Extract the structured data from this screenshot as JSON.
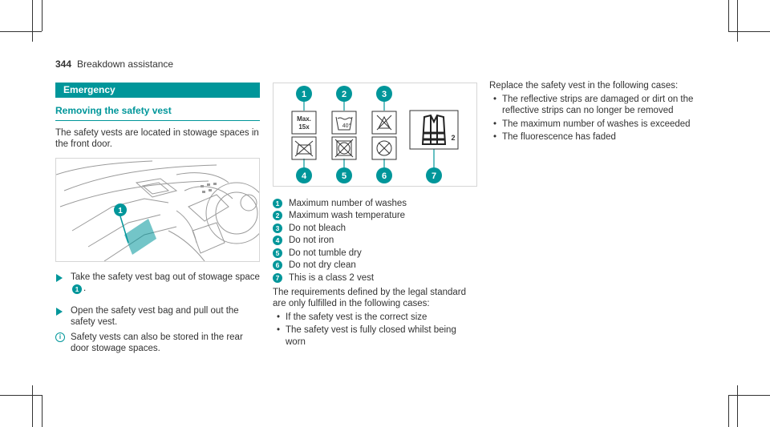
{
  "header": {
    "page_number": "344",
    "title": "Breakdown assistance"
  },
  "col1": {
    "banner": "Emergency",
    "subheading": "Removing the safety vest",
    "intro": "The safety vests are located in stowage spaces in the front door.",
    "figure_callout": "1",
    "step1_text": "Take the safety vest bag out of stowage space",
    "step1_callout": "1",
    "step1_end": ".",
    "step2": "Open the safety vest bag and pull out the safety vest.",
    "note": "Safety vests can also be stored in the rear door stowage spaces."
  },
  "col2": {
    "figure": {
      "callouts": [
        "1",
        "2",
        "3",
        "4",
        "5",
        "6",
        "7"
      ],
      "max_label": "Max.",
      "max_count": "15x",
      "temp": "40°",
      "class_label": "2"
    },
    "legend": [
      {
        "num": "1",
        "text": "Maximum number of washes"
      },
      {
        "num": "2",
        "text": "Maximum wash temperature"
      },
      {
        "num": "3",
        "text": "Do not bleach"
      },
      {
        "num": "4",
        "text": "Do not iron"
      },
      {
        "num": "5",
        "text": "Do not tumble dry"
      },
      {
        "num": "6",
        "text": "Do not dry clean"
      },
      {
        "num": "7",
        "text": "This is a class 2 vest"
      }
    ],
    "requirements": "The requirements defined by the legal standard are only fulfilled in the following cases:",
    "bullets": [
      "If the safety vest is the correct size",
      "The safety vest is fully closed whilst being worn"
    ]
  },
  "col3": {
    "intro": "Replace the safety vest in the following cases:",
    "bullets": [
      "The reflective strips are damaged or dirt on the reflective strips can no longer be removed",
      "The maximum number of washes is exceeded",
      "The fluorescence has faded"
    ]
  },
  "colors": {
    "accent": "#00969a",
    "text": "#333333"
  }
}
